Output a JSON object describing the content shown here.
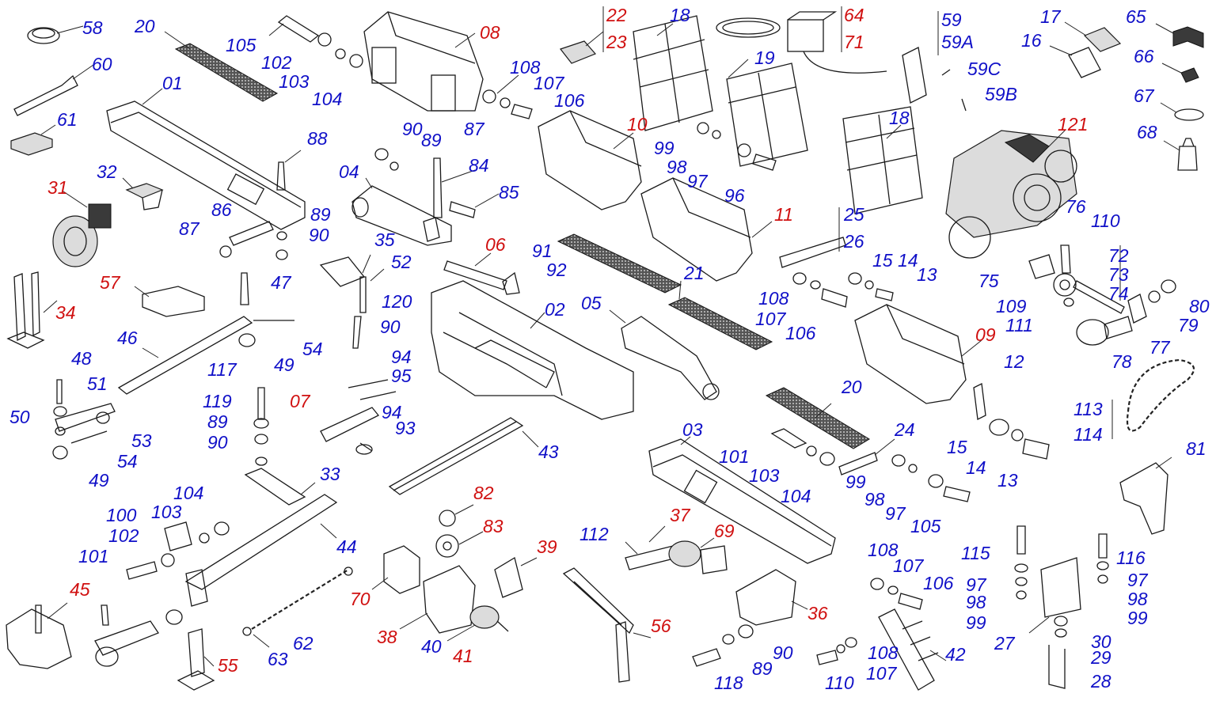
{
  "colors": {
    "blue_label": "#1010c8",
    "red_label": "#d01010",
    "line": "#1a1a1a"
  },
  "labels": [
    {
      "id": "58",
      "text": "58",
      "color": "blue"
    },
    {
      "id": "20a",
      "text": "20",
      "color": "blue"
    },
    {
      "id": "105a",
      "text": "105",
      "color": "blue"
    },
    {
      "id": "08",
      "text": "08",
      "color": "red"
    },
    {
      "id": "22",
      "text": "22",
      "color": "red"
    },
    {
      "id": "23",
      "text": "23",
      "color": "red"
    },
    {
      "id": "18a",
      "text": "18",
      "color": "blue"
    },
    {
      "id": "64",
      "text": "64",
      "color": "red"
    },
    {
      "id": "71",
      "text": "71",
      "color": "red"
    },
    {
      "id": "59",
      "text": "59",
      "color": "blue"
    },
    {
      "id": "59A",
      "text": "59A",
      "color": "blue"
    },
    {
      "id": "17",
      "text": "17",
      "color": "blue"
    },
    {
      "id": "65",
      "text": "65",
      "color": "blue"
    },
    {
      "id": "60",
      "text": "60",
      "color": "blue"
    },
    {
      "id": "102a",
      "text": "102",
      "color": "blue"
    },
    {
      "id": "103a",
      "text": "103",
      "color": "blue"
    },
    {
      "id": "104a",
      "text": "104",
      "color": "blue"
    },
    {
      "id": "108a",
      "text": "108",
      "color": "blue"
    },
    {
      "id": "107a",
      "text": "107",
      "color": "blue"
    },
    {
      "id": "106a",
      "text": "106",
      "color": "blue"
    },
    {
      "id": "19",
      "text": "19",
      "color": "blue"
    },
    {
      "id": "59C",
      "text": "59C",
      "color": "blue"
    },
    {
      "id": "59B",
      "text": "59B",
      "color": "blue"
    },
    {
      "id": "16",
      "text": "16",
      "color": "blue"
    },
    {
      "id": "66",
      "text": "66",
      "color": "blue"
    },
    {
      "id": "67",
      "text": "67",
      "color": "blue"
    },
    {
      "id": "01",
      "text": "01",
      "color": "blue"
    },
    {
      "id": "61",
      "text": "61",
      "color": "blue"
    },
    {
      "id": "90a",
      "text": "90",
      "color": "blue"
    },
    {
      "id": "89a",
      "text": "89",
      "color": "blue"
    },
    {
      "id": "87a",
      "text": "87",
      "color": "blue"
    },
    {
      "id": "10",
      "text": "10",
      "color": "red"
    },
    {
      "id": "18b",
      "text": "18",
      "color": "blue"
    },
    {
      "id": "121",
      "text": "121",
      "color": "red"
    },
    {
      "id": "68",
      "text": "68",
      "color": "blue"
    },
    {
      "id": "88",
      "text": "88",
      "color": "blue"
    },
    {
      "id": "84",
      "text": "84",
      "color": "blue"
    },
    {
      "id": "99a",
      "text": "99",
      "color": "blue"
    },
    {
      "id": "98a",
      "text": "98",
      "color": "blue"
    },
    {
      "id": "97a",
      "text": "97",
      "color": "blue"
    },
    {
      "id": "96",
      "text": "96",
      "color": "blue"
    },
    {
      "id": "31",
      "text": "31",
      "color": "red"
    },
    {
      "id": "32",
      "text": "32",
      "color": "blue"
    },
    {
      "id": "04",
      "text": "04",
      "color": "blue"
    },
    {
      "id": "85",
      "text": "85",
      "color": "blue"
    },
    {
      "id": "86",
      "text": "86",
      "color": "blue"
    },
    {
      "id": "89b",
      "text": "89",
      "color": "blue"
    },
    {
      "id": "87b",
      "text": "87",
      "color": "blue"
    },
    {
      "id": "90b",
      "text": "90",
      "color": "blue"
    },
    {
      "id": "11",
      "text": "11",
      "color": "red"
    },
    {
      "id": "25",
      "text": "25",
      "color": "blue"
    },
    {
      "id": "26",
      "text": "26",
      "color": "blue"
    },
    {
      "id": "76",
      "text": "76",
      "color": "blue"
    },
    {
      "id": "110a",
      "text": "110",
      "color": "blue"
    },
    {
      "id": "35",
      "text": "35",
      "color": "blue"
    },
    {
      "id": "06",
      "text": "06",
      "color": "red"
    },
    {
      "id": "91",
      "text": "91",
      "color": "blue"
    },
    {
      "id": "15a",
      "text": "15",
      "color": "blue"
    },
    {
      "id": "14a",
      "text": "14",
      "color": "blue"
    },
    {
      "id": "13a",
      "text": "13",
      "color": "blue"
    },
    {
      "id": "52",
      "text": "52",
      "color": "blue"
    },
    {
      "id": "92",
      "text": "92",
      "color": "blue"
    },
    {
      "id": "21",
      "text": "21",
      "color": "blue"
    },
    {
      "id": "72",
      "text": "72",
      "color": "blue"
    },
    {
      "id": "73",
      "text": "73",
      "color": "blue"
    },
    {
      "id": "74",
      "text": "74",
      "color": "blue"
    },
    {
      "id": "57",
      "text": "57",
      "color": "red"
    },
    {
      "id": "47",
      "text": "47",
      "color": "blue"
    },
    {
      "id": "34",
      "text": "34",
      "color": "red"
    },
    {
      "id": "120",
      "text": "120",
      "color": "blue"
    },
    {
      "id": "02",
      "text": "02",
      "color": "blue"
    },
    {
      "id": "05",
      "text": "05",
      "color": "blue"
    },
    {
      "id": "108b",
      "text": "108",
      "color": "blue"
    },
    {
      "id": "107b",
      "text": "107",
      "color": "blue"
    },
    {
      "id": "106b",
      "text": "106",
      "color": "blue"
    },
    {
      "id": "75",
      "text": "75",
      "color": "blue"
    },
    {
      "id": "109",
      "text": "109",
      "color": "blue"
    },
    {
      "id": "80",
      "text": "80",
      "color": "blue"
    },
    {
      "id": "79",
      "text": "79",
      "color": "blue"
    },
    {
      "id": "46",
      "text": "46",
      "color": "blue"
    },
    {
      "id": "90c",
      "text": "90",
      "color": "blue"
    },
    {
      "id": "54a",
      "text": "54",
      "color": "blue"
    },
    {
      "id": "09",
      "text": "09",
      "color": "red"
    },
    {
      "id": "111",
      "text": "111",
      "color": "blue"
    },
    {
      "id": "77",
      "text": "77",
      "color": "blue"
    },
    {
      "id": "94a",
      "text": "94",
      "color": "blue"
    },
    {
      "id": "95",
      "text": "95",
      "color": "blue"
    },
    {
      "id": "49a",
      "text": "49",
      "color": "blue"
    },
    {
      "id": "117",
      "text": "117",
      "color": "blue"
    },
    {
      "id": "48",
      "text": "48",
      "color": "blue"
    },
    {
      "id": "78",
      "text": "78",
      "color": "blue"
    },
    {
      "id": "12",
      "text": "12",
      "color": "blue"
    },
    {
      "id": "51",
      "text": "51",
      "color": "blue"
    },
    {
      "id": "20b",
      "text": "20",
      "color": "blue"
    },
    {
      "id": "119",
      "text": "119",
      "color": "blue"
    },
    {
      "id": "07",
      "text": "07",
      "color": "red"
    },
    {
      "id": "94b",
      "text": "94",
      "color": "blue"
    },
    {
      "id": "113",
      "text": "113",
      "color": "blue"
    },
    {
      "id": "50",
      "text": "50",
      "color": "blue"
    },
    {
      "id": "89c",
      "text": "89",
      "color": "blue"
    },
    {
      "id": "93",
      "text": "93",
      "color": "blue"
    },
    {
      "id": "03",
      "text": "03",
      "color": "blue"
    },
    {
      "id": "24",
      "text": "24",
      "color": "blue"
    },
    {
      "id": "114",
      "text": "114",
      "color": "blue"
    },
    {
      "id": "53",
      "text": "53",
      "color": "blue"
    },
    {
      "id": "90d",
      "text": "90",
      "color": "blue"
    },
    {
      "id": "43",
      "text": "43",
      "color": "blue"
    },
    {
      "id": "101a",
      "text": "101",
      "color": "blue"
    },
    {
      "id": "15b",
      "text": "15",
      "color": "blue"
    },
    {
      "id": "54b",
      "text": "54",
      "color": "blue"
    },
    {
      "id": "49b",
      "text": "49",
      "color": "blue"
    },
    {
      "id": "33",
      "text": "33",
      "color": "blue"
    },
    {
      "id": "103b",
      "text": "103",
      "color": "blue"
    },
    {
      "id": "99b",
      "text": "99",
      "color": "blue"
    },
    {
      "id": "14b",
      "text": "14",
      "color": "blue"
    },
    {
      "id": "13b",
      "text": "13",
      "color": "blue"
    },
    {
      "id": "81",
      "text": "81",
      "color": "blue"
    },
    {
      "id": "104b",
      "text": "104",
      "color": "blue"
    },
    {
      "id": "82",
      "text": "82",
      "color": "red"
    },
    {
      "id": "104c",
      "text": "104",
      "color": "blue"
    },
    {
      "id": "98b",
      "text": "98",
      "color": "blue"
    },
    {
      "id": "100",
      "text": "100",
      "color": "blue"
    },
    {
      "id": "103c",
      "text": "103",
      "color": "blue"
    },
    {
      "id": "97b",
      "text": "97",
      "color": "blue"
    },
    {
      "id": "105b",
      "text": "105",
      "color": "blue"
    },
    {
      "id": "37",
      "text": "37",
      "color": "red"
    },
    {
      "id": "83",
      "text": "83",
      "color": "red"
    },
    {
      "id": "69",
      "text": "69",
      "color": "red"
    },
    {
      "id": "102b",
      "text": "102",
      "color": "blue"
    },
    {
      "id": "112",
      "text": "112",
      "color": "blue"
    },
    {
      "id": "44",
      "text": "44",
      "color": "blue"
    },
    {
      "id": "39",
      "text": "39",
      "color": "red"
    },
    {
      "id": "108c",
      "text": "108",
      "color": "blue"
    },
    {
      "id": "115",
      "text": "115",
      "color": "blue"
    },
    {
      "id": "116",
      "text": "116",
      "color": "blue"
    },
    {
      "id": "101b",
      "text": "101",
      "color": "blue"
    },
    {
      "id": "107c",
      "text": "107",
      "color": "blue"
    },
    {
      "id": "106c",
      "text": "106",
      "color": "blue"
    },
    {
      "id": "97c",
      "text": "97",
      "color": "blue"
    },
    {
      "id": "97d",
      "text": "97",
      "color": "blue"
    },
    {
      "id": "45",
      "text": "45",
      "color": "red"
    },
    {
      "id": "70",
      "text": "70",
      "color": "red"
    },
    {
      "id": "36",
      "text": "36",
      "color": "red"
    },
    {
      "id": "98c",
      "text": "98",
      "color": "blue"
    },
    {
      "id": "98d",
      "text": "98",
      "color": "blue"
    },
    {
      "id": "99c",
      "text": "99",
      "color": "blue"
    },
    {
      "id": "99d",
      "text": "99",
      "color": "blue"
    },
    {
      "id": "56",
      "text": "56",
      "color": "red"
    },
    {
      "id": "38",
      "text": "38",
      "color": "red"
    },
    {
      "id": "62",
      "text": "62",
      "color": "blue"
    },
    {
      "id": "30",
      "text": "30",
      "color": "blue"
    },
    {
      "id": "27",
      "text": "27",
      "color": "blue"
    },
    {
      "id": "108d",
      "text": "108",
      "color": "blue"
    },
    {
      "id": "42",
      "text": "42",
      "color": "blue"
    },
    {
      "id": "29",
      "text": "29",
      "color": "blue"
    },
    {
      "id": "40",
      "text": "40",
      "color": "blue"
    },
    {
      "id": "41",
      "text": "41",
      "color": "red"
    },
    {
      "id": "63",
      "text": "63",
      "color": "blue"
    },
    {
      "id": "90e",
      "text": "90",
      "color": "blue"
    },
    {
      "id": "55",
      "text": "55",
      "color": "red"
    },
    {
      "id": "89d",
      "text": "89",
      "color": "blue"
    },
    {
      "id": "107d",
      "text": "107",
      "color": "blue"
    },
    {
      "id": "118",
      "text": "118",
      "color": "blue"
    },
    {
      "id": "110b",
      "text": "110",
      "color": "blue"
    },
    {
      "id": "28",
      "text": "28",
      "color": "blue"
    }
  ]
}
